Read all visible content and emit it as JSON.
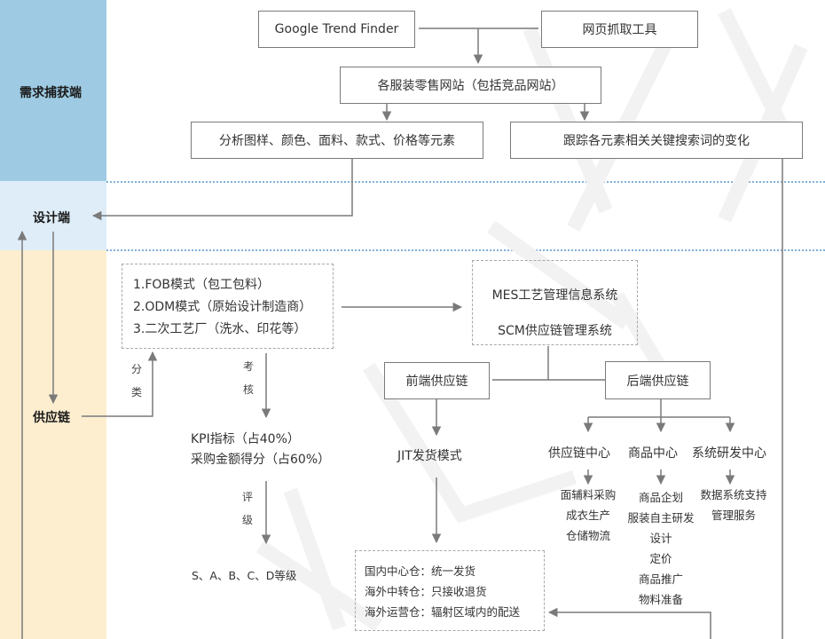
{
  "lanes": {
    "demand": "需求捕获端",
    "design": "设计端",
    "supply": "供应链"
  },
  "demand": {
    "google_trend": "Google Trend Finder",
    "web_scraper": "网页抓取工具",
    "retail_sites": "各服装零售网站（包括竞品网站）",
    "analyze_elements": "分析图样、颜色、面料、款式、价格等元素",
    "track_keywords": "跟踪各元素相关关键搜索词的变化"
  },
  "supply": {
    "modes": [
      "1.FOB模式（包工包料）",
      "2.ODM模式（原始设计制造商）",
      "3.二次工艺厂（洗水、印花等）"
    ],
    "classify_label": [
      "分",
      "类"
    ],
    "assess_label": [
      "考",
      "核"
    ],
    "kpi": [
      "KPI指标（占40%）",
      "采购金额得分（占60%）"
    ],
    "rate_label": [
      "评",
      "级"
    ],
    "grades": "S、A、B、C、D等级",
    "systems": [
      "MES工艺管理信息系统",
      "SCM供应链管理系统"
    ],
    "front_chain": "前端供应链",
    "back_chain": "后端供应链",
    "jit": "JIT发货模式",
    "warehouses": [
      "国内中心仓：统一发货",
      "海外中转仓：只接收退货",
      "海外运营仓：辐射区域内的配送"
    ],
    "centers": [
      {
        "title": "供应链中心",
        "items": [
          "面辅料采购",
          "成衣生产",
          "仓储物流"
        ]
      },
      {
        "title": "商品中心",
        "items": [
          "商品企划",
          "服装自主研发",
          "设计",
          "定价",
          "商品推广",
          "物料准备"
        ]
      },
      {
        "title": "系统研发中心",
        "items": [
          "数据系统支持",
          "管理服务"
        ]
      }
    ]
  },
  "colors": {
    "demand_lane": "#9ecbe3",
    "design_lane": "#deedf8",
    "supply_lane": "#fdeed0",
    "line": "#7a7a7a",
    "divider": "#7fb0dc"
  }
}
